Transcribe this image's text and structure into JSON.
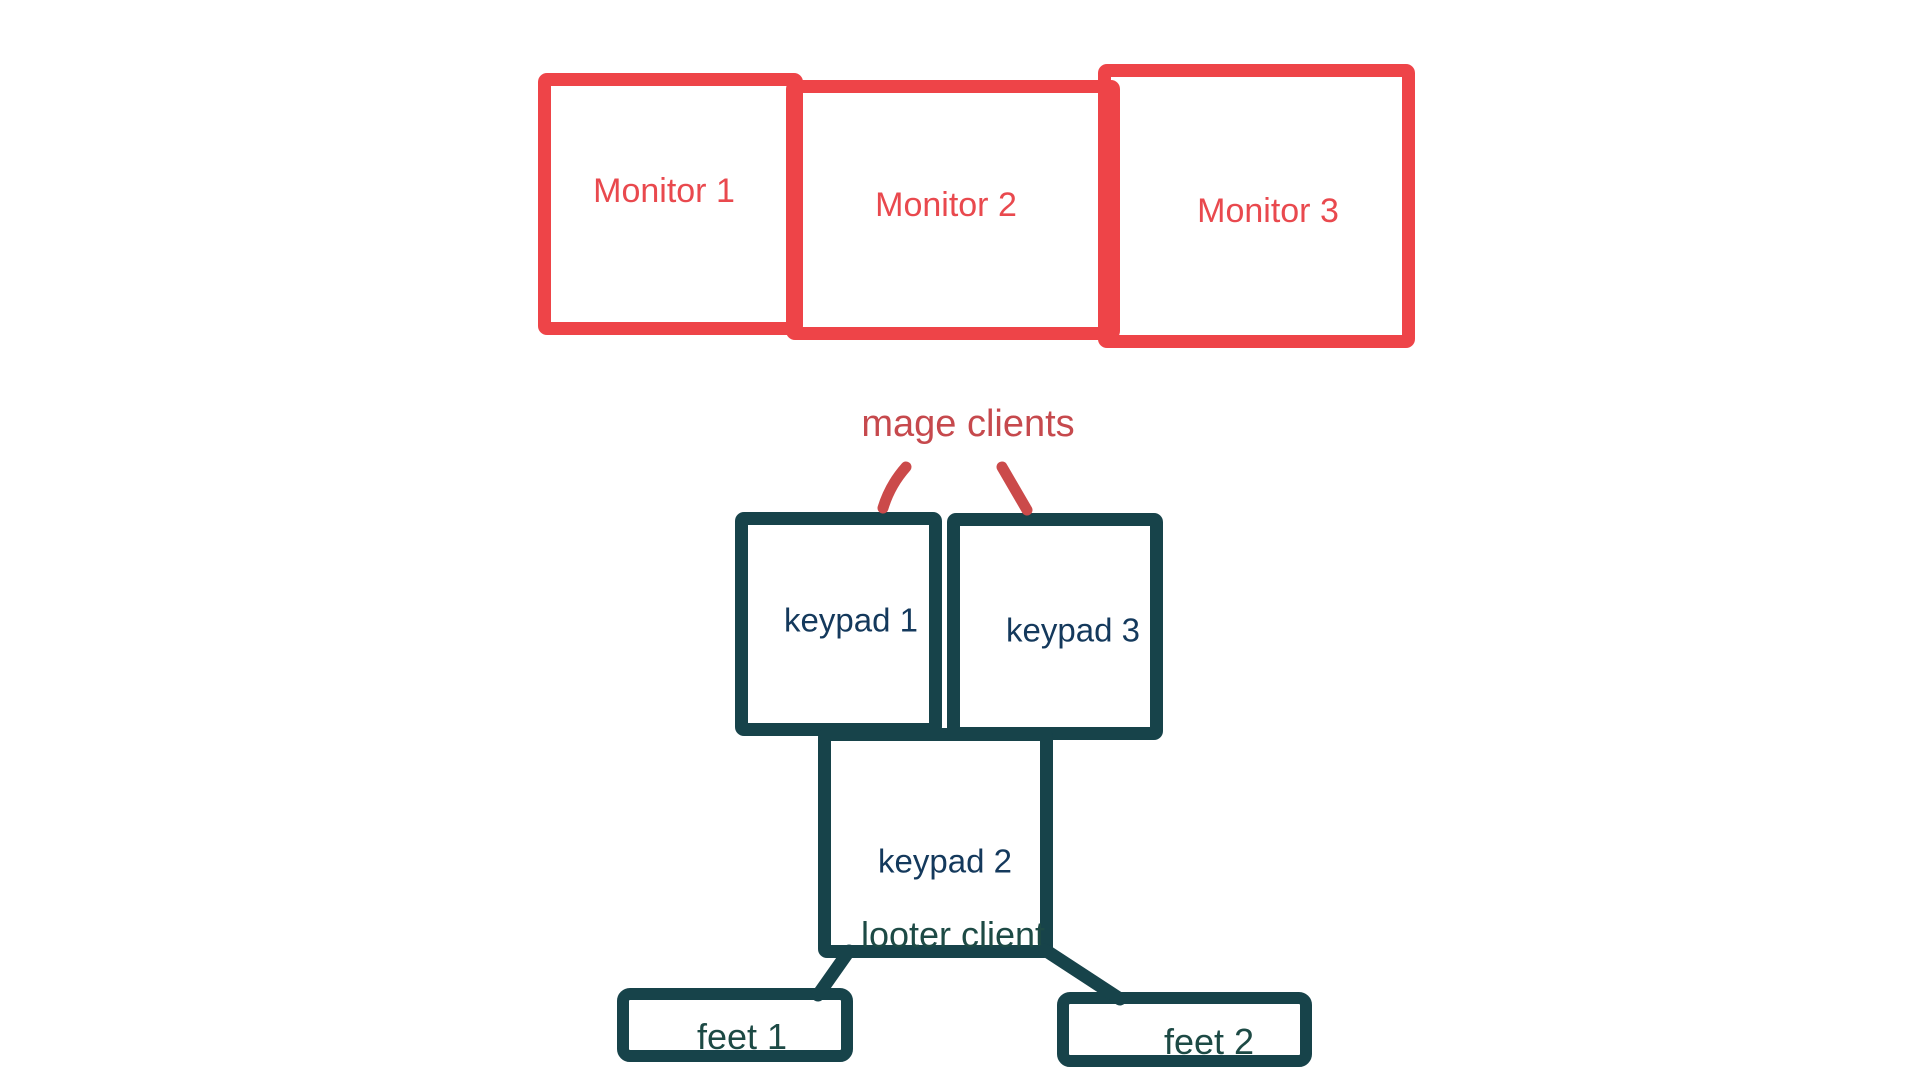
{
  "colors": {
    "background": "#ffffff",
    "monitor_border": "#ee4448",
    "monitor_label": "#e9494e",
    "annotation_red": "#c6494d",
    "stroke_red": "#cb4a4a",
    "teal_border": "#17434a",
    "keypad_label": "#14395c",
    "teal_label": "#1d4a45"
  },
  "monitors": [
    {
      "label": "Monitor 1"
    },
    {
      "label": "Monitor 2"
    },
    {
      "label": "Monitor 3"
    }
  ],
  "mage_clients_label": "mage clients",
  "keypads": [
    {
      "label": "keypad 1"
    },
    {
      "label": "keypad 3"
    },
    {
      "label": "keypad 2",
      "sublabel": "looter client"
    }
  ],
  "feet": [
    {
      "label": "feet 1"
    },
    {
      "label": "feet 2"
    }
  ]
}
